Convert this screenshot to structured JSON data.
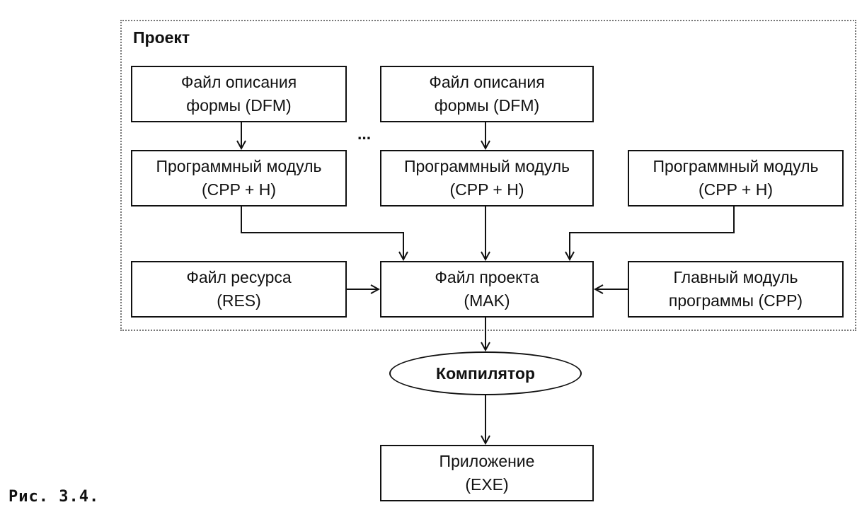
{
  "project": {
    "label": "Проект"
  },
  "boxes": {
    "dfm_1": {
      "line1": "Файл описания",
      "line2": "формы (DFM)"
    },
    "dfm_2": {
      "line1": "Файл описания",
      "line2": "формы (DFM)"
    },
    "module_1": {
      "line1": "Программный модуль",
      "line2": "(CPP + H)"
    },
    "module_2": {
      "line1": "Программный модуль",
      "line2": "(CPP + H)"
    },
    "module_3": {
      "line1": "Программный модуль",
      "line2": "(CPP + H)"
    },
    "resource": {
      "line1": "Файл ресурса",
      "line2": "(RES)"
    },
    "project_file": {
      "line1": "Файл проекта",
      "line2": "(MAK)"
    },
    "main_module": {
      "line1": "Главный модуль",
      "line2": "программы (CPP)"
    },
    "application": {
      "line1": "Приложение",
      "line2": "(EXE)"
    }
  },
  "ellipsis": "...",
  "compiler": {
    "label": "Компилятор"
  },
  "caption": "Рис. 3.4."
}
